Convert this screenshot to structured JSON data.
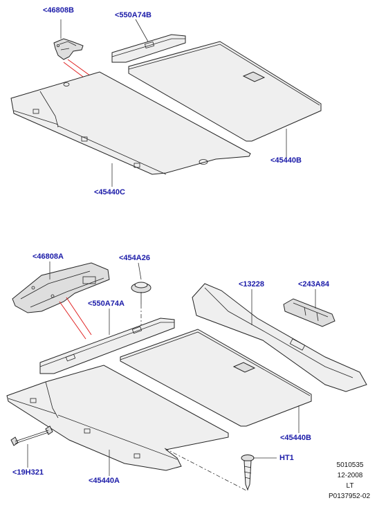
{
  "top_diagram": {
    "labels": {
      "bracket": "<46808B",
      "trim_strip": "<550A74B",
      "cover_panel": "<45440B",
      "floor_panel": "<45440C"
    }
  },
  "bottom_diagram": {
    "labels": {
      "bracket": "<46808A",
      "knob": "<454A26",
      "trim_strip": "<550A74A",
      "side_trim": "<13228",
      "handle": "<243A84",
      "cover_panel": "<45440B",
      "floor_panel": "<45440A",
      "pin": "<19H321",
      "fastener": "HT1"
    }
  },
  "footer": {
    "code": "5010535",
    "date": "12-2008",
    "region": "LT",
    "part_number": "P0137952-02"
  }
}
